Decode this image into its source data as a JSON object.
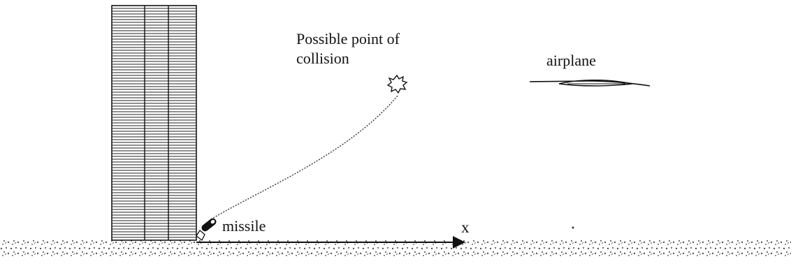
{
  "labels": {
    "collision": "Possible point of\ncollision",
    "airplane": "airplane",
    "missile": "missile",
    "x_axis": "x"
  },
  "colors": {
    "ink": "#111111",
    "ground_dots": "#555555",
    "building_fill": "#ffffff"
  },
  "icons": {
    "explosion": "explosion-burst-icon",
    "missile": "missile-icon",
    "airplane": "airplane-icon"
  }
}
